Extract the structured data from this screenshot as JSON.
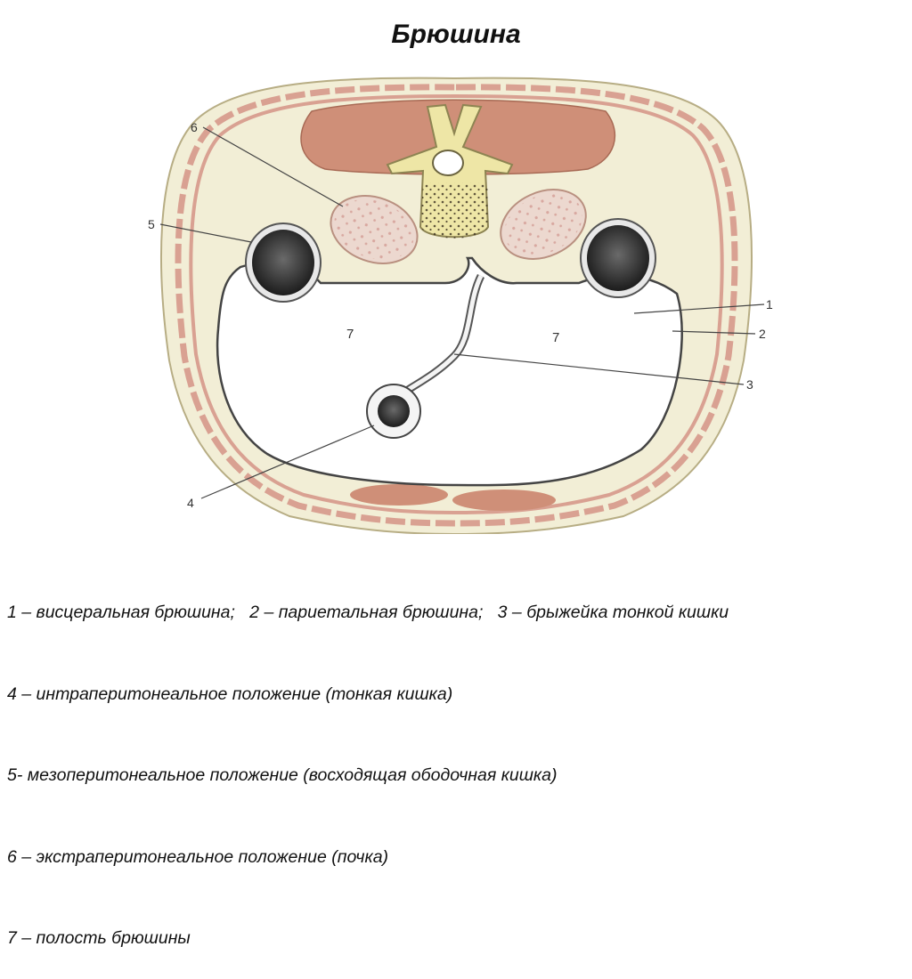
{
  "title": "Брюшина",
  "diagram": {
    "labels": {
      "n1": "1",
      "n2": "2",
      "n3": "3",
      "n4": "4",
      "n5": "5",
      "n6": "6",
      "cavity_left": "7",
      "cavity_right": "7"
    }
  },
  "legend": [
    "1 – висцеральная брюшина;   2 – париетальная брюшина;   3 – брыжейка тонкой кишки",
    "4 – интраперитонеальное положение (тонкая кишка)",
    "5- мезоперитонеальное положение (восходящая ободочная кишка)",
    "6 – экстраперитонеальное положение (почка)",
    "7 – полость брюшины"
  ],
  "colors": {
    "muscle": "#c9856a",
    "fat": "#f0ecd4",
    "vertebra": "#eee6a6",
    "kidney": "#ecd8cf",
    "colon_lumen": "#3c3c3c",
    "membrane": "#555555"
  }
}
